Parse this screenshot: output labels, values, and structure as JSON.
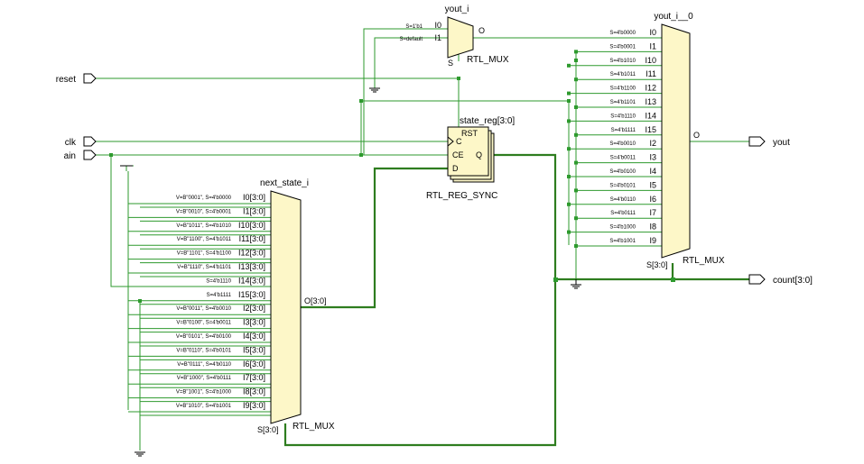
{
  "ports": {
    "reset": "reset",
    "clk": "clk",
    "ain": "ain",
    "yout": "yout",
    "count": "count[3:0]"
  },
  "yout_i": {
    "name": "yout_i",
    "type": "RTL_MUX",
    "inputs": [
      "I0",
      "I1"
    ],
    "conditions": [
      "S=1'b1",
      "S=default"
    ],
    "output": "O",
    "select": "S"
  },
  "state_reg": {
    "name": "state_reg[3:0]",
    "type": "RTL_REG_SYNC",
    "pins": [
      "RST",
      "C",
      "CE",
      "D",
      "Q"
    ]
  },
  "yout_i_0": {
    "name": "yout_i__0",
    "type": "RTL_MUX",
    "inputs": [
      "I0",
      "I1",
      "I10",
      "I11",
      "I12",
      "I13",
      "I14",
      "I15",
      "I2",
      "I3",
      "I4",
      "I5",
      "I6",
      "I7",
      "I8",
      "I9"
    ],
    "conditions": [
      "S=4'b0000",
      "S=4'b0001",
      "S=4'b1010",
      "S=4'b1011",
      "S=4'b1100",
      "S=4'b1101",
      "S=4'b1110",
      "S=4'b1111",
      "S=4'b0010",
      "S=4'b0011",
      "S=4'b0100",
      "S=4'b0101",
      "S=4'b0110",
      "S=4'b0111",
      "S=4'b1000",
      "S=4'b1001"
    ],
    "output": "O",
    "select": "S[3:0]"
  },
  "next_state_i": {
    "name": "next_state_i",
    "type": "RTL_MUX",
    "inputs": [
      "I0[3:0]",
      "I1[3:0]",
      "I10[3:0]",
      "I11[3:0]",
      "I12[3:0]",
      "I13[3:0]",
      "I14[3:0]",
      "I15[3:0]",
      "I2[3:0]",
      "I3[3:0]",
      "I4[3:0]",
      "I5[3:0]",
      "I6[3:0]",
      "I7[3:0]",
      "I8[3:0]",
      "I9[3:0]"
    ],
    "conditions": [
      "V=B\"0001\", S=4'b0000",
      "V=B\"0010\", S=4'b0001",
      "V=B\"1011\", S=4'b1010",
      "V=B\"1100\", S=4'b1011",
      "V=B\"1101\", S=4'b1100",
      "V=B\"1110\", S=4'b1101",
      "S=4'b1110",
      "S=4'b1111",
      "V=B\"0011\", S=4'b0010",
      "V=B\"0100\", S=4'b0011",
      "V=B\"0101\", S=4'b0100",
      "V=B\"0110\", S=4'b0101",
      "V=B\"0111\", S=4'b0110",
      "V=B\"1000\", S=4'b0111",
      "V=B\"1001\", S=4'b1000",
      "V=B\"1010\", S=4'b1001"
    ],
    "output": "O[3:0]",
    "select": "S[3:0]"
  },
  "colors": {
    "wire": "#2e9a2e",
    "bus": "#2e7d1f",
    "mux_fill": "#fdf7c8"
  }
}
